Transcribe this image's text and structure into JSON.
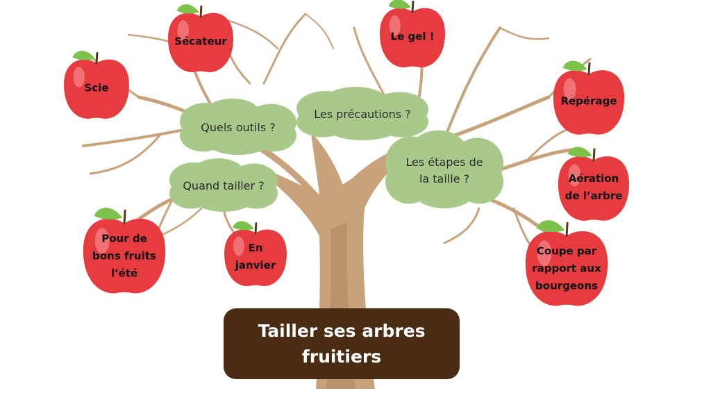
{
  "title": "Tailler ses arbres\nfruitiers",
  "colors": {
    "trunk": "#c8a27a",
    "trunk_shadow": "#a8805c",
    "cloud": "#a8c98a",
    "apple": "#e63b3f",
    "apple_highlight": "#f4878a",
    "leaf": "#7cc24a",
    "stem": "#5a3a1a",
    "title_bg": "#4a2c12",
    "title_text": "#ffffff"
  },
  "questions": [
    {
      "id": "tools",
      "label": "Quels outils ?"
    },
    {
      "id": "precautions",
      "label": "Les précautions ?"
    },
    {
      "id": "when",
      "label": "Quand tailler ?"
    },
    {
      "id": "steps",
      "label": "Les étapes de\nla taille ?"
    }
  ],
  "apples": [
    {
      "id": "secateur",
      "label": "Sécateur"
    },
    {
      "id": "scie",
      "label": "Scie"
    },
    {
      "id": "gel",
      "label": "Le gel !"
    },
    {
      "id": "reperage",
      "label": "Repérage"
    },
    {
      "id": "aeration",
      "label": "Aération\nde l’arbre"
    },
    {
      "id": "coupe",
      "label": "Coupe par\nrapport aux\nbourgeons"
    },
    {
      "id": "ete",
      "label": "Pour de\nbons fruits\nl’été"
    },
    {
      "id": "janvier",
      "label": "En\njanvier"
    }
  ]
}
